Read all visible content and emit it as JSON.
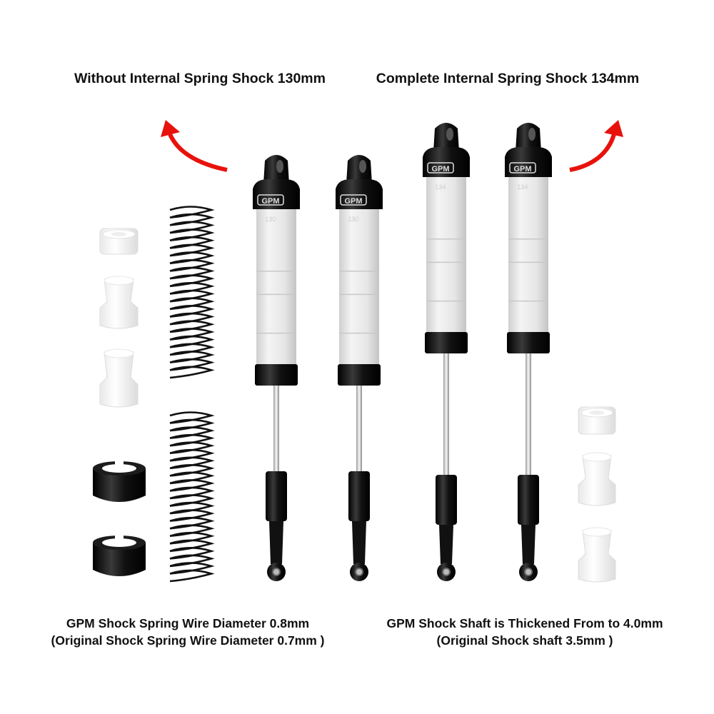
{
  "headings": {
    "left": "Without Internal Spring Shock 130mm",
    "right": "Complete Internal Spring Shock 134mm"
  },
  "captions": {
    "left_line1": "GPM Shock Spring Wire Diameter 0.8mm",
    "left_line2": "(Original Shock Spring Wire Diameter 0.7mm )",
    "right_line1": "GPM Shock Shaft is Thickened From to 4.0mm",
    "right_line2": "(Original Shock shaft 3.5mm )"
  },
  "shocks": [
    {
      "brand": "GPM",
      "length_label": "130"
    },
    {
      "brand": "GPM",
      "length_label": "130"
    },
    {
      "brand": "GPM",
      "length_label": "134"
    },
    {
      "brand": "GPM",
      "length_label": "134"
    }
  ],
  "colors": {
    "arrow": "#e8120c",
    "anodized": "#111111",
    "body": "#e4e4e4"
  }
}
